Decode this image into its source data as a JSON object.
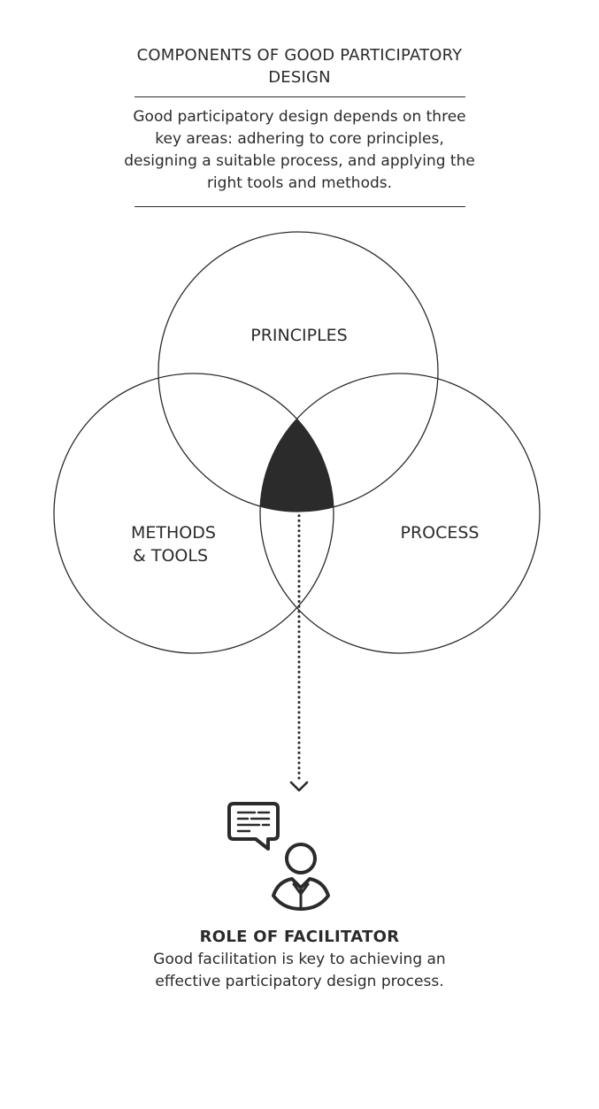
{
  "header": {
    "title": "COMPONENTS OF GOOD PARTICIPATORY DESIGN",
    "intro": "Good participatory design depends on three key areas: adhering to core principles, designing a suitable process, and applying the right tools and methods."
  },
  "venn": {
    "principles": "PRINCIPLES",
    "methods_line1": "METHODS",
    "methods_line2": "& TOOLS",
    "process": "PROCESS"
  },
  "footer": {
    "title": "ROLE OF FACILITATOR",
    "text": "Good facilitation is key to achieving an effective participatory design process."
  },
  "colors": {
    "ink": "#2b2b2b",
    "background": "#ffffff"
  },
  "icons": [
    "speech-bubble-icon",
    "person-icon",
    "dotted-arrow-down-icon"
  ]
}
